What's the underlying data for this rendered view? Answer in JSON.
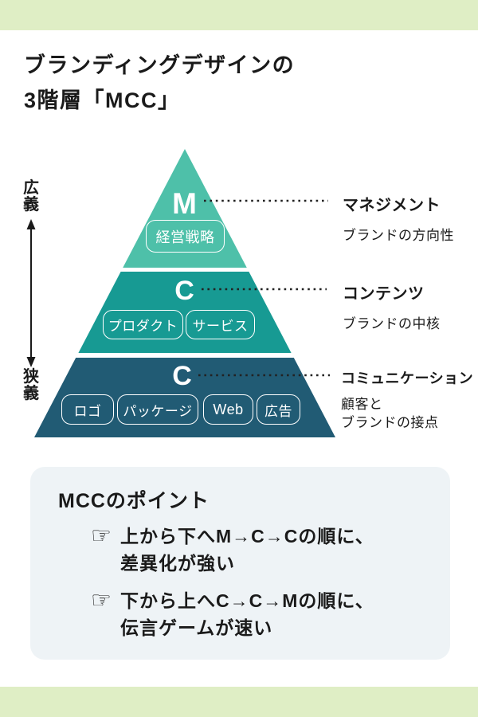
{
  "colors": {
    "band_green": "#dfeec5",
    "layer_management": "#4ec0a9",
    "layer_contents": "#179a93",
    "layer_communication": "#215b74",
    "panel_bg": "#eef3f6",
    "text": "#1a1a1a",
    "chip_outline": "#ffffff"
  },
  "title": {
    "line1": "ブランディングデザインの",
    "line2": "3階層「MCC」"
  },
  "axis": {
    "top": "広義",
    "bottom": "狭義"
  },
  "pyramid": {
    "layers": [
      {
        "letter": "M",
        "color": "#4ec0a9",
        "chips": [
          "経営戦略"
        ],
        "label_title": "マネジメント",
        "desc": [
          "ブランドの方向性"
        ]
      },
      {
        "letter": "C",
        "color": "#179a93",
        "chips": [
          "プロダクト",
          "サービス"
        ],
        "label_title": "コンテンツ",
        "desc": [
          "ブランドの中核"
        ]
      },
      {
        "letter": "C",
        "color": "#215b74",
        "chips": [
          "ロゴ",
          "パッケージ",
          "Web",
          "広告"
        ],
        "label_title": "コミュニケーション",
        "desc": [
          "顧客と",
          "ブランドの接点"
        ]
      }
    ]
  },
  "panel": {
    "title": "MCCのポイント",
    "bullet_icon": "☞",
    "items": [
      {
        "line1": "上から下へM→C→Cの順に、",
        "line2": "差異化が強い"
      },
      {
        "line1": "下から上へC→C→Mの順に、",
        "line2": "伝言ゲームが速い"
      }
    ]
  }
}
